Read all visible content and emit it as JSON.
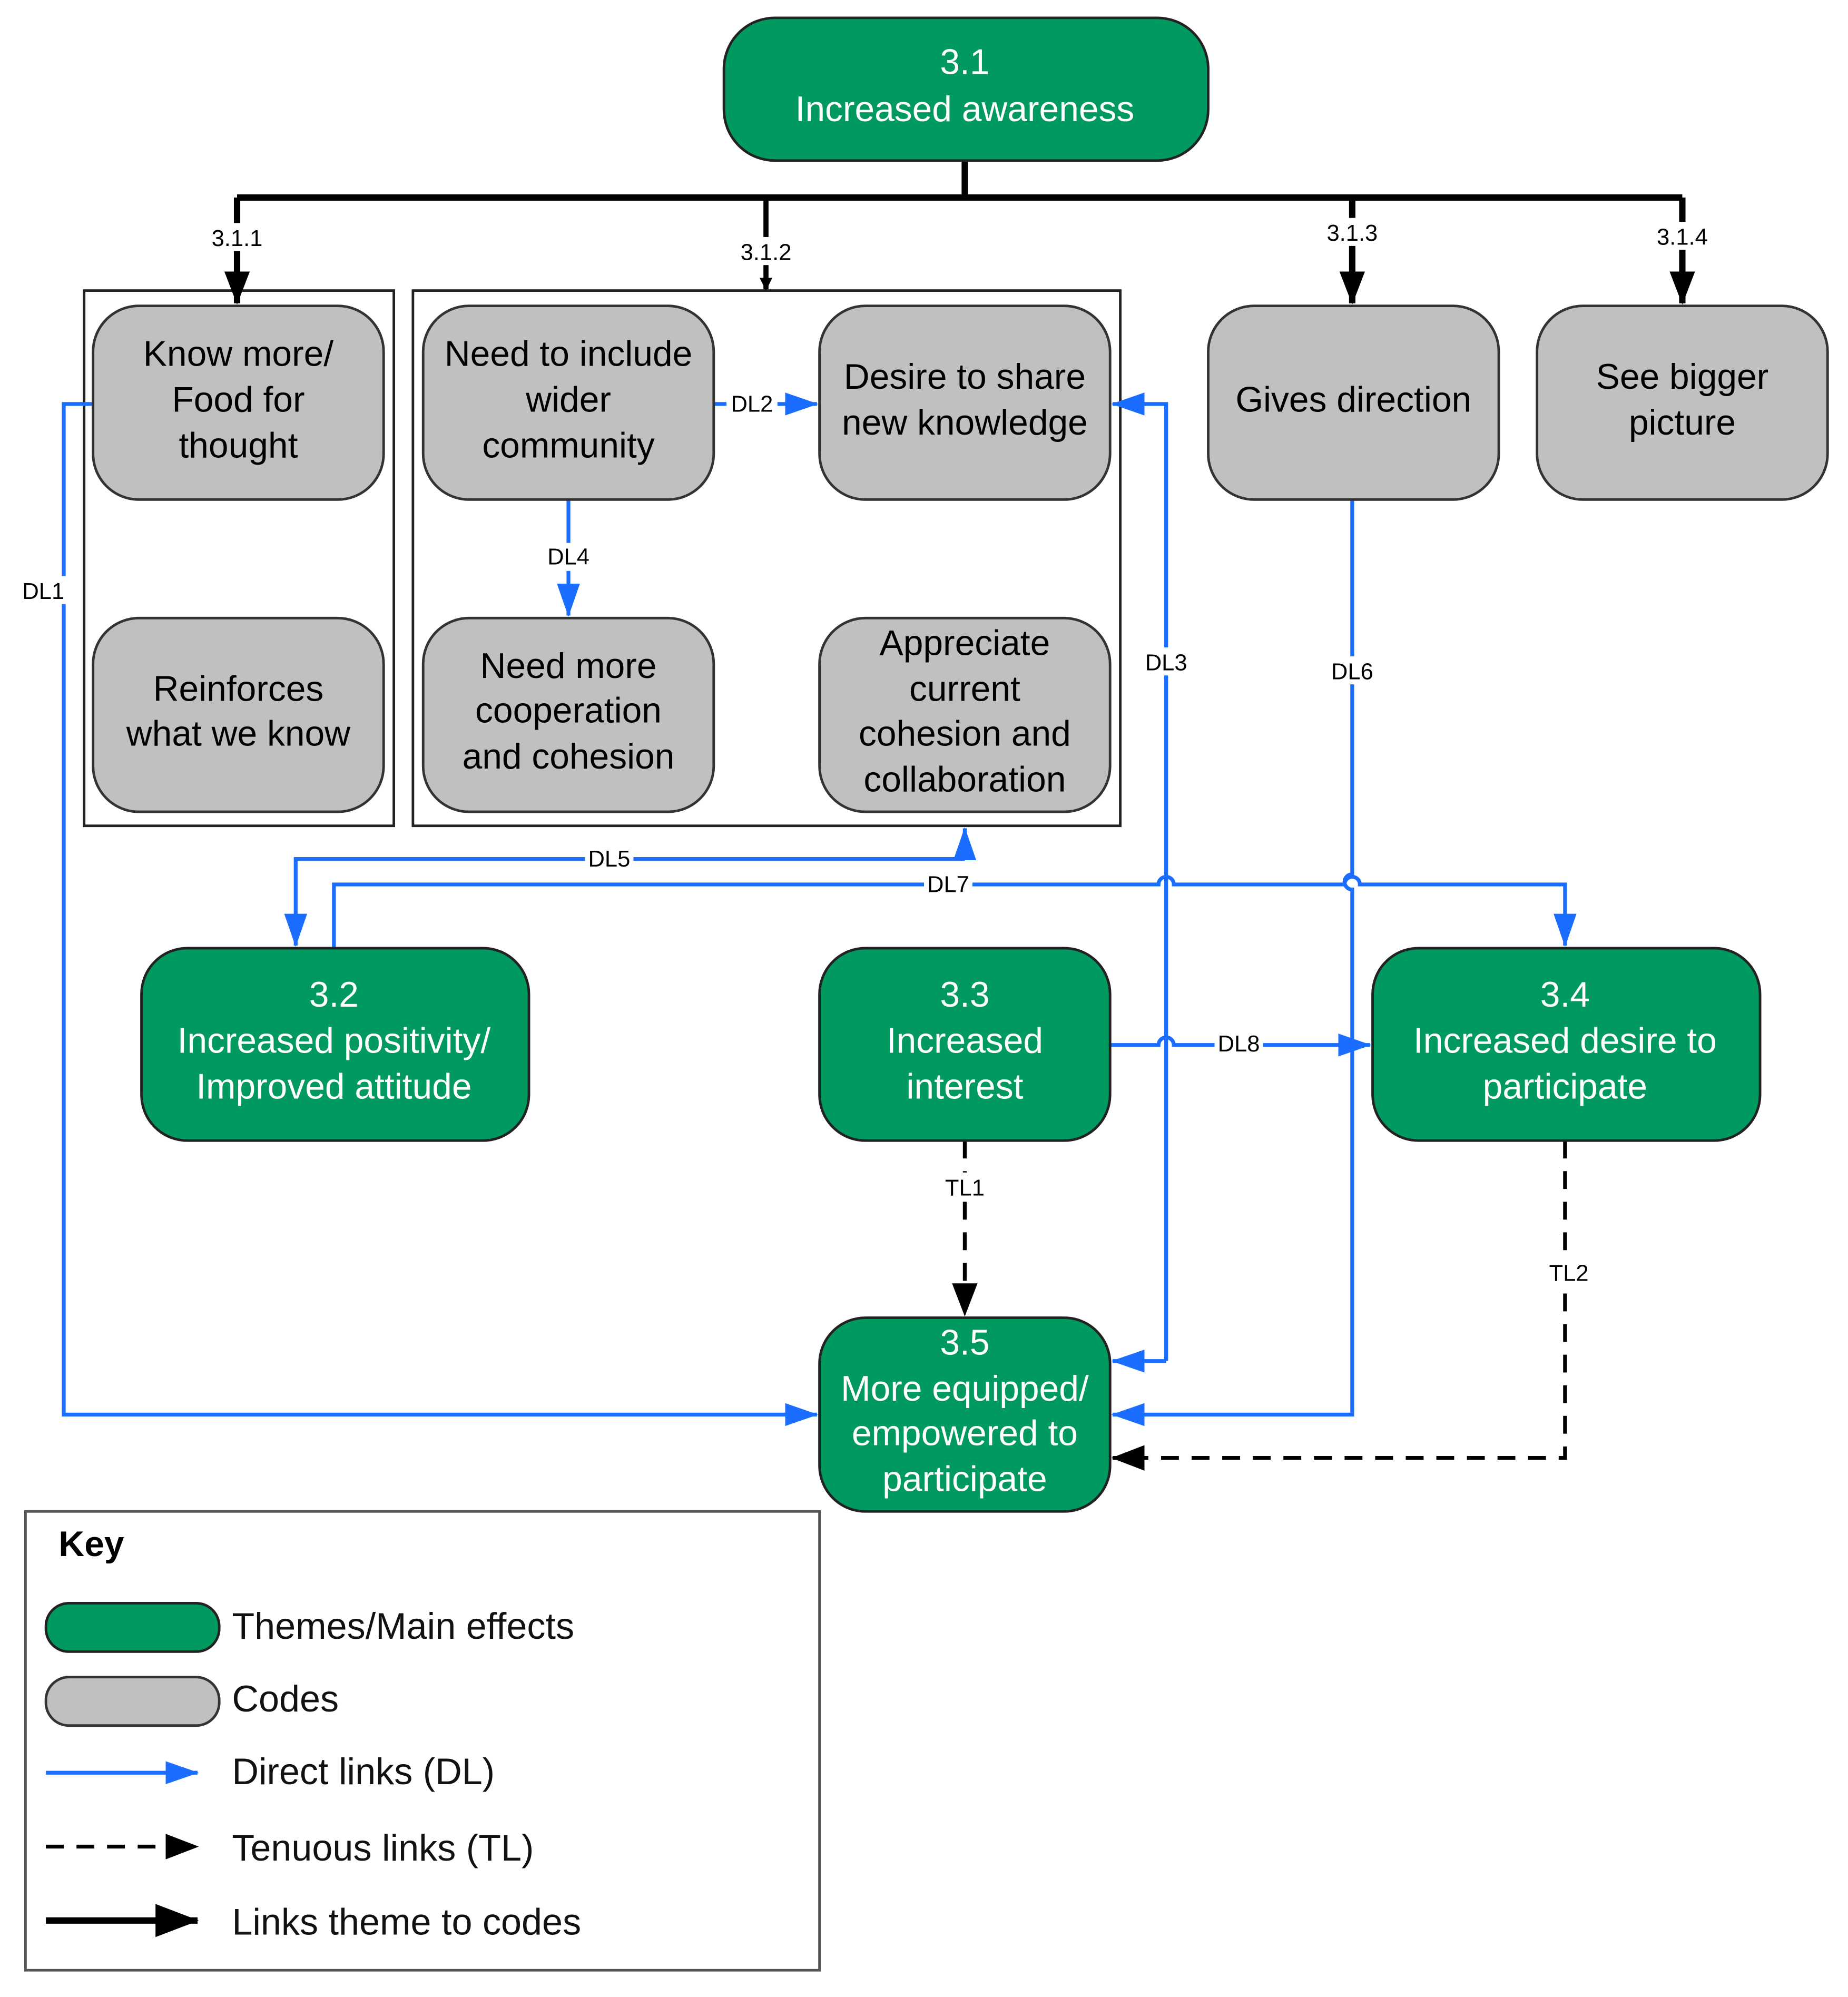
{
  "colors": {
    "theme": "#00995f",
    "code": "#c0c0c0",
    "direct_link": "#1a6dff",
    "tenuous_link": "#000000",
    "theme_to_code": "#000000"
  },
  "themes": {
    "t31": [
      "3.1",
      "Increased awareness"
    ],
    "t32": [
      "3.2",
      "Increased positivity/",
      "Improved attitude"
    ],
    "t33": [
      "3.3",
      "Increased",
      "interest"
    ],
    "t34": [
      "3.4",
      "Increased desire to",
      "participate"
    ],
    "t35": [
      "3.5",
      "More equipped/",
      "empowered to",
      "participate"
    ]
  },
  "codes": {
    "know": [
      "Know more/",
      "Food for",
      "thought"
    ],
    "reinforce": [
      "Reinforces",
      "what we know"
    ],
    "include": [
      "Need to include",
      "wider",
      "community"
    ],
    "share": [
      "Desire to share",
      "new knowledge"
    ],
    "coop": [
      "Need more",
      "cooperation",
      "and cohesion"
    ],
    "appreciate": [
      "Appreciate",
      "current",
      "cohesion and",
      "collaboration"
    ],
    "direction": [
      "Gives direction"
    ],
    "bigger": [
      "See bigger",
      "picture"
    ]
  },
  "branch_labels": [
    "3.1.1",
    "3.1.2",
    "3.1.3",
    "3.1.4"
  ],
  "link_labels": {
    "DL1": "DL1",
    "DL2": "DL2",
    "DL3": "DL3",
    "DL4": "DL4",
    "DL5": "DL5",
    "DL6": "DL6",
    "DL7": "DL7",
    "DL8": "DL8",
    "TL1": "TL1",
    "TL2": "TL2"
  },
  "key": {
    "title": "Key",
    "items": [
      "Themes/Main effects",
      "Codes",
      "Direct links (DL)",
      "Tenuous links (TL)",
      "Links theme to codes"
    ]
  }
}
